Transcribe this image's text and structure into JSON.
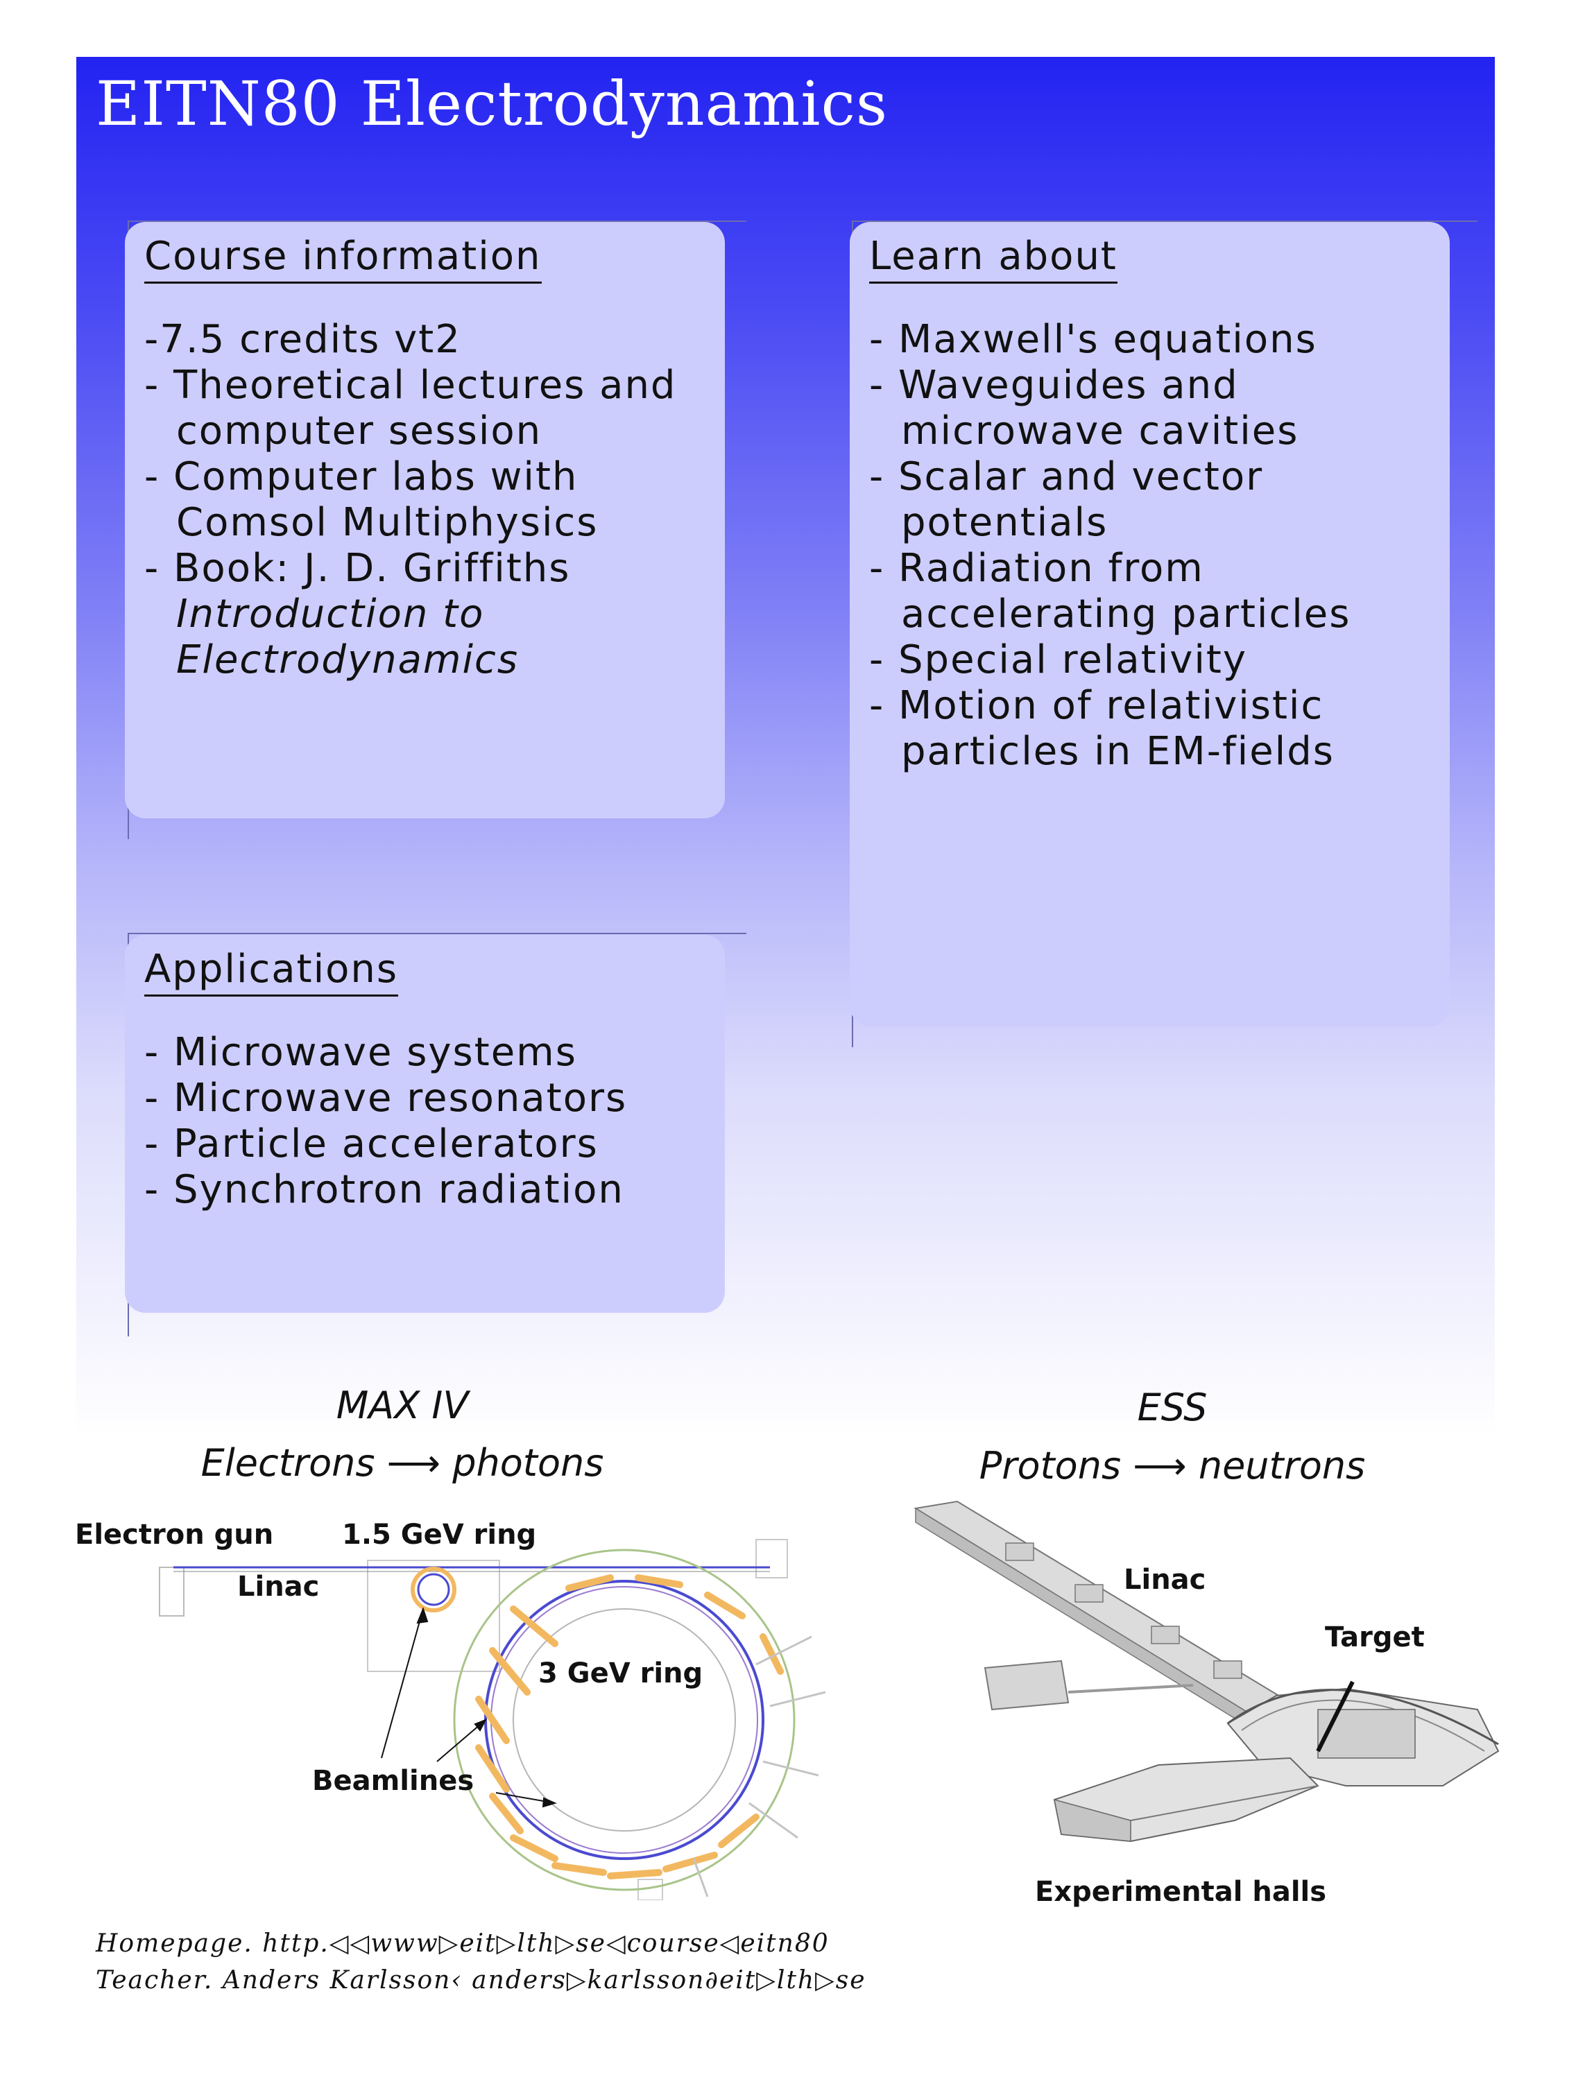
{
  "title": "EITN80 Electrodynamics",
  "course_info": {
    "heading": "Course information",
    "items": [
      "-7.5 credits vt2",
      "- Theoretical lectures and computer session",
      "- Computer labs with Comsol Multiphysics",
      "- Book: J. D. Griffiths"
    ],
    "book_title_line1": "Introduction to",
    "book_title_line2": "Electrodynamics"
  },
  "learn_about": {
    "heading": "Learn about",
    "items": [
      "- Maxwell's equations",
      "- Waveguides and microwave cavities",
      "- Scalar and vector potentials",
      "- Radiation from accelerating particles",
      "- Special relativity",
      "- Motion of relativistic particles in EM-fields"
    ]
  },
  "applications": {
    "heading": "Applications",
    "items": [
      "- Microwave systems",
      "- Microwave resonators",
      "- Particle accelerators",
      "- Synchrotron radiation"
    ]
  },
  "maxiv": {
    "name": "MAX IV",
    "from": "Electrons",
    "to": "photons",
    "labels": {
      "electron_gun": "Electron gun",
      "ring_small": "1.5 GeV ring",
      "linac": "Linac",
      "ring_large": "3 GeV ring",
      "beamlines": "Beamlines"
    }
  },
  "ess": {
    "name": "ESS",
    "from": "Protons",
    "to": "neutrons",
    "labels": {
      "linac": "Linac",
      "target": "Target",
      "halls": "Experimental halls"
    }
  },
  "footer": {
    "homepage": "Homepage. http.◁◁www▷eit▷lth▷se◁course◁eitn80",
    "teacher": "Teacher. Anders Karlsson‹ anders▷karlsson∂eit▷lth▷se"
  },
  "colors": {
    "banner_top": "#2323f2",
    "box_fill": "#cdcdfd",
    "ring_blue": "#4a4ad0",
    "beamline_orange": "#f2b860"
  }
}
